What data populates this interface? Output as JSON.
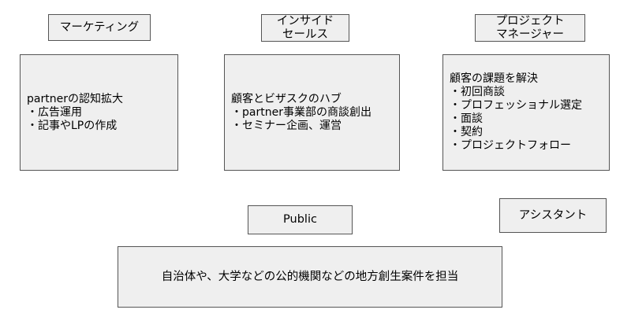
{
  "headers": {
    "marketing": [
      "マーケティング"
    ],
    "inside_sales": [
      "インサイド",
      "セールス"
    ],
    "project_manager": [
      "プロジェクト",
      "マネージャー"
    ],
    "public": [
      "Public"
    ],
    "assistant": [
      "アシスタント"
    ]
  },
  "boxes": {
    "marketing": [
      "partnerの認知拡大",
      "・広告運用",
      "・記事やLPの作成"
    ],
    "inside_sales": [
      "顧客とビザスクのハブ",
      "・partner事業部の商談創出",
      "・セミナー企画、運営"
    ],
    "project_manager": [
      "顧客の課題を解決",
      "・初回商談",
      "・プロフェッショナル選定",
      "・面談",
      "・契約",
      "・プロジェクトフォロー"
    ],
    "public": [
      "自治体や、大学などの公的機関などの地方創生案件を担当"
    ]
  }
}
